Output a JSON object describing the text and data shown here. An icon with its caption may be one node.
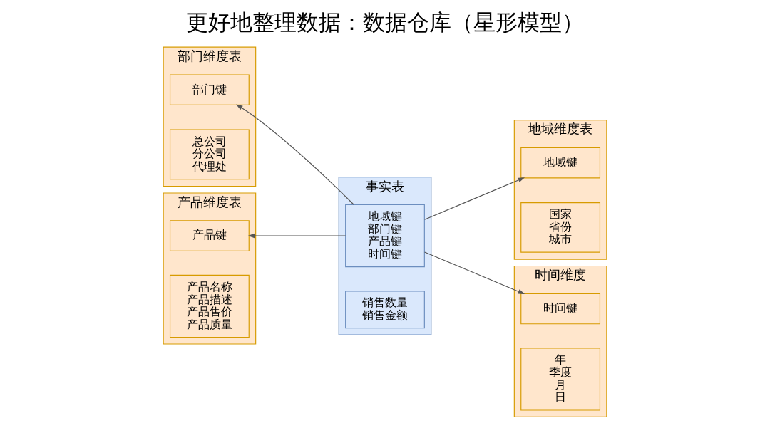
{
  "diagram": {
    "title": "更好地整理数据：数据仓库（星形模型）",
    "nodes": [
      {
        "text": [
          "部门维度表"
        ]
      },
      {
        "text": [
          "部门键"
        ],
        "in": 0
      },
      {
        "text": [
          "总公司",
          "分公司",
          "代理处"
        ],
        "in": 0
      },
      {
        "text": [
          "地域维度表"
        ]
      },
      {
        "text": [
          "地域键"
        ],
        "in": 3
      },
      {
        "text": [
          "国家",
          "省份",
          "城市"
        ],
        "in": 3
      },
      {
        "text": [
          "事实表"
        ]
      },
      {
        "text": [
          "地域键",
          "部门键",
          "产品键",
          "时间键"
        ],
        "in": 6
      },
      {
        "text": [
          "销售数量",
          "销售金额"
        ],
        "in": 6
      },
      {
        "text": [
          "产品维度表"
        ]
      },
      {
        "text": [
          "产品键"
        ],
        "in": 9
      },
      {
        "text": [
          "产品名称",
          "产品描述",
          "产品售价",
          "产品质量"
        ],
        "in": 9
      },
      {
        "text": [
          "时间维度"
        ]
      },
      {
        "text": [
          "时间键"
        ],
        "in": 12
      },
      {
        "text": [
          "年",
          "季度",
          "月",
          "日"
        ],
        "in": 12
      }
    ],
    "edges": [
      {
        "from": 7,
        "to": 1,
        "arrow": "to"
      },
      {
        "from": 7,
        "to": 4,
        "arrow": "to"
      },
      {
        "from": 7,
        "to": 10,
        "arrow": "to"
      },
      {
        "from": 7,
        "to": 13,
        "arrow": "to"
      }
    ]
  }
}
